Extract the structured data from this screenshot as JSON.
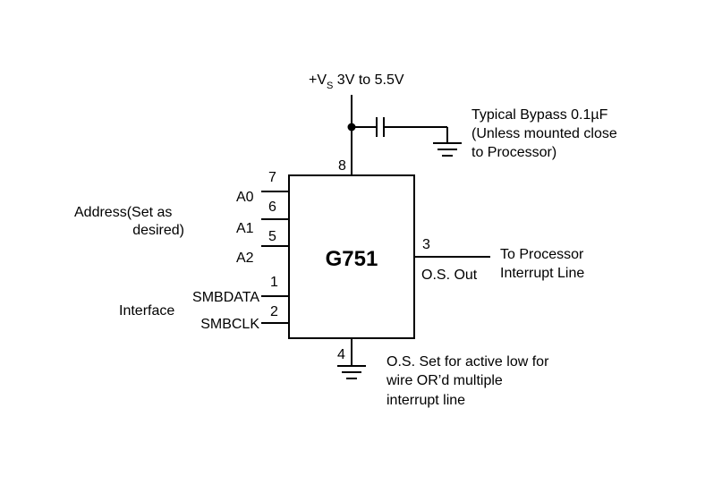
{
  "supply": {
    "prefix": "+V",
    "subscript": "S",
    "range": " 3V to 5.5V"
  },
  "bypass": {
    "line1": "Typical Bypass 0.1µF",
    "line2": "(Unless mounted close",
    "line3": "to Processor)"
  },
  "chip": {
    "name": "G751"
  },
  "pins": {
    "p8": "8",
    "p7": "7",
    "p6": "6",
    "p5": "5",
    "p1": "1",
    "p2": "2",
    "p3": "3",
    "p4": "4"
  },
  "signals": {
    "a0": "A0",
    "a1": "A1",
    "a2": "A2",
    "smbdata": "SMBDATA",
    "smbclk": "SMBCLK",
    "os_out": "O.S. Out"
  },
  "address_note": {
    "line1": "Address(Set as",
    "line2": "desired)"
  },
  "interface_label": "Interface",
  "processor_note": {
    "line1": "To Processor",
    "line2": "Interrupt Line"
  },
  "os_note": {
    "line1": "O.S. Set for active low for",
    "line2": "wire OR’d multiple",
    "line3": "interrupt line"
  }
}
